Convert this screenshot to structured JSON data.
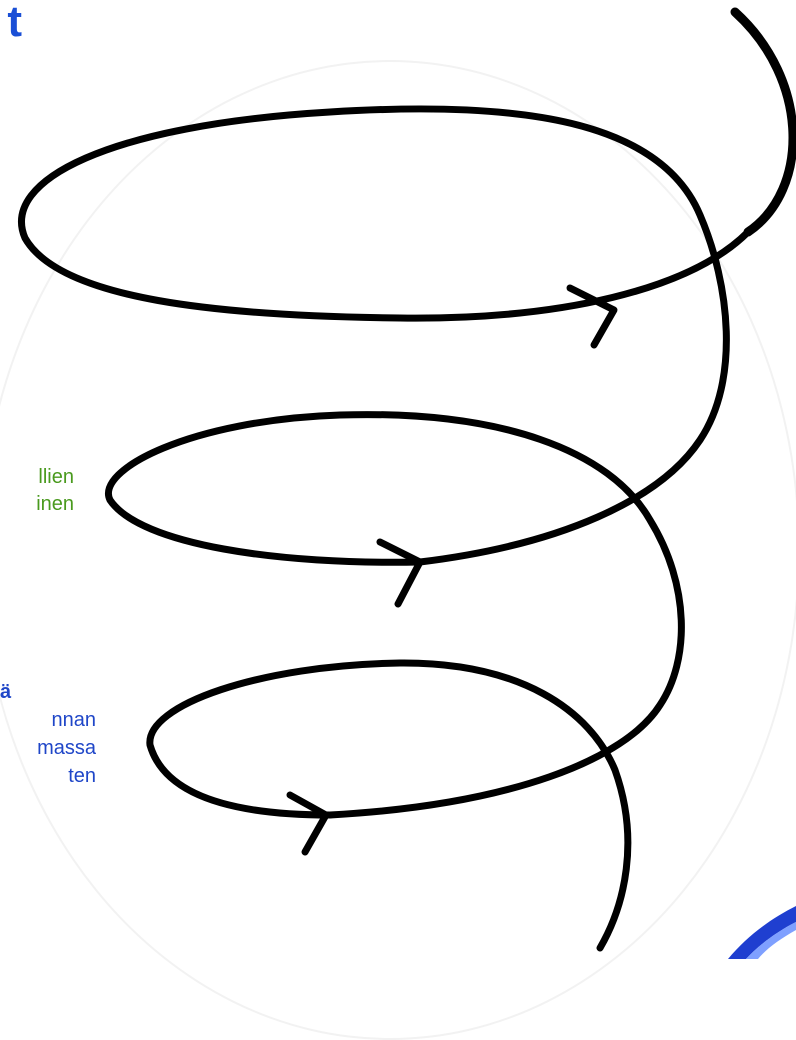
{
  "title_fragment": "t",
  "green_lines": [
    "llien",
    "inen"
  ],
  "blue_heading": "ä",
  "blue_lines": [
    "nnan",
    "massa",
    "ten"
  ]
}
